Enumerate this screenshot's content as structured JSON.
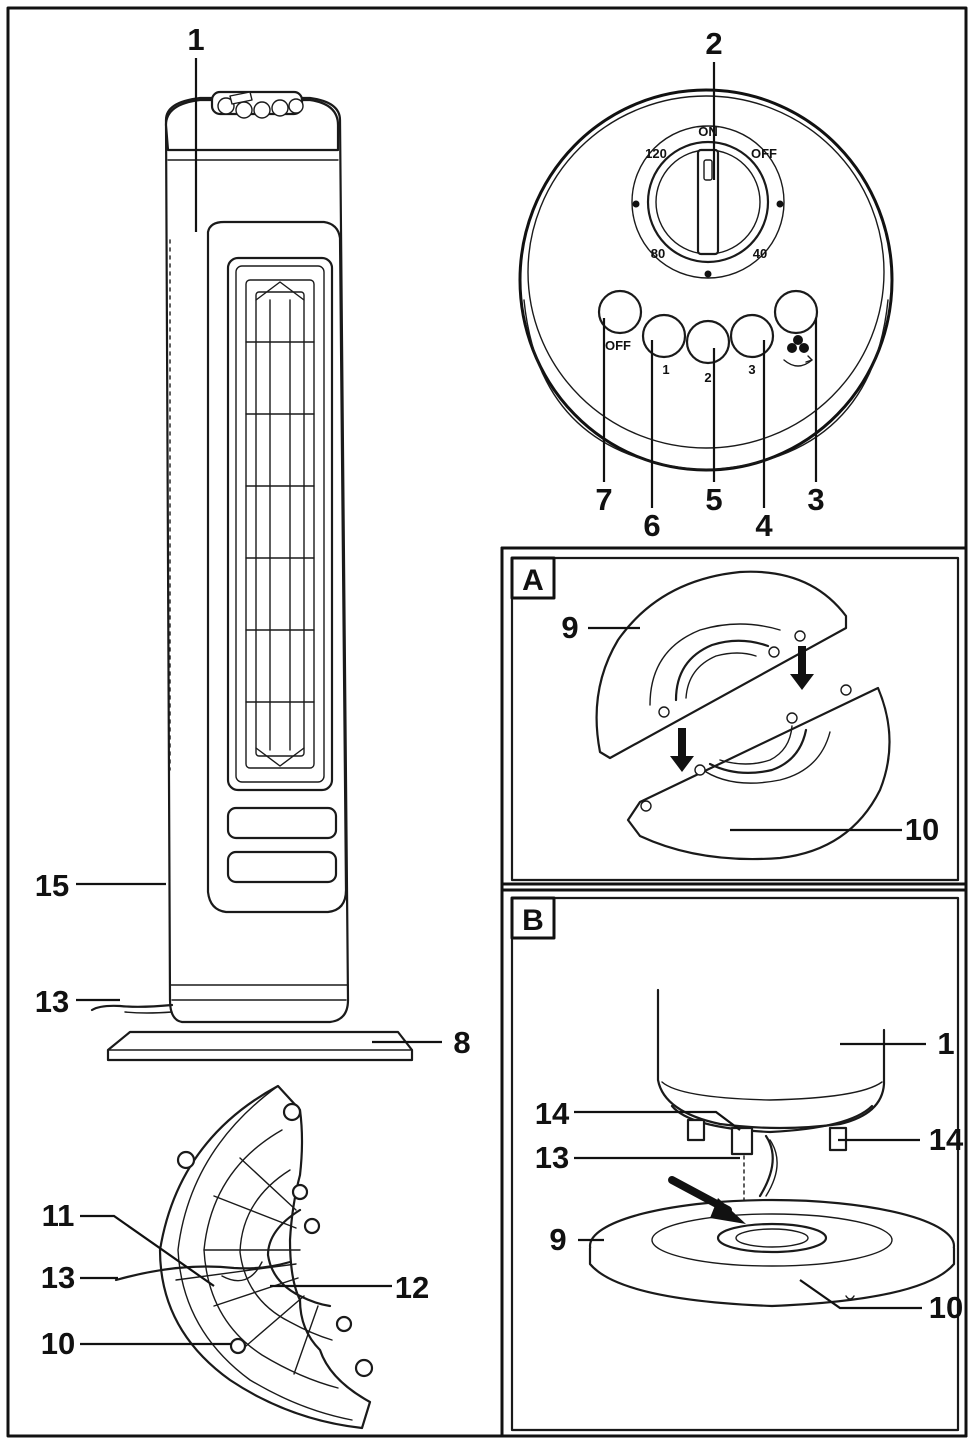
{
  "panels": {
    "a_label": "A",
    "b_label": "B"
  },
  "control_panel": {
    "dial_labels": {
      "on": "ON",
      "off": "OFF",
      "t120": "120",
      "t80": "80",
      "t40": "40"
    },
    "button_labels": {
      "off": "OFF",
      "speed1": "1",
      "speed2": "2",
      "speed3": "3"
    },
    "oscillation_icon": "fan-oscillation-icon"
  },
  "callouts": {
    "main": {
      "n1": "1",
      "n15": "15",
      "n13": "13",
      "n8": "8"
    },
    "control": {
      "n2": "2",
      "n7": "7",
      "n6": "6",
      "n5": "5",
      "n4": "4",
      "n3": "3"
    },
    "base_bottom": {
      "n11": "11",
      "n13": "13",
      "n12": "12",
      "n10": "10"
    },
    "panel_a": {
      "n9": "9",
      "n10": "10"
    },
    "panel_b": {
      "n1": "1",
      "n14_left": "14",
      "n14_right": "14",
      "n13": "13",
      "n9": "9",
      "n10": "10"
    }
  }
}
